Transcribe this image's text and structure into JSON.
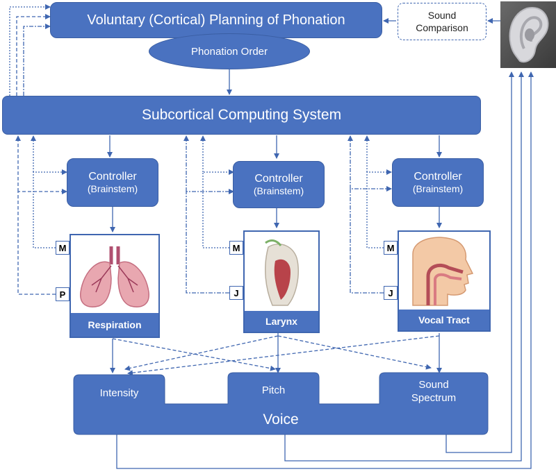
{
  "cortical": {
    "title": "Voluntary (Cortical) Planning of Phonation",
    "order": "Phonation Order"
  },
  "comparison": {
    "line1": "Sound",
    "line2": "Comparison"
  },
  "subcortical": {
    "title": "Subcortical Computing System"
  },
  "controllers": [
    {
      "line1": "Controller",
      "line2": "(Brainstem)"
    },
    {
      "line1": "Controller",
      "line2": "(Brainstem)"
    },
    {
      "line1": "Controller",
      "line2": "(Brainstem)"
    }
  ],
  "organs": {
    "respiration": "Respiration",
    "larynx": "Larynx",
    "vocal_tract": "Vocal Tract"
  },
  "tags": {
    "m": "M",
    "p": "P",
    "j": "J"
  },
  "voice": {
    "title": "Voice",
    "intensity": "Intensity",
    "pitch": "Pitch",
    "spectrum_line1": "Sound",
    "spectrum_line2": "Spectrum"
  },
  "colors": {
    "box": "#4a72c0",
    "line": "#3f66b0"
  }
}
